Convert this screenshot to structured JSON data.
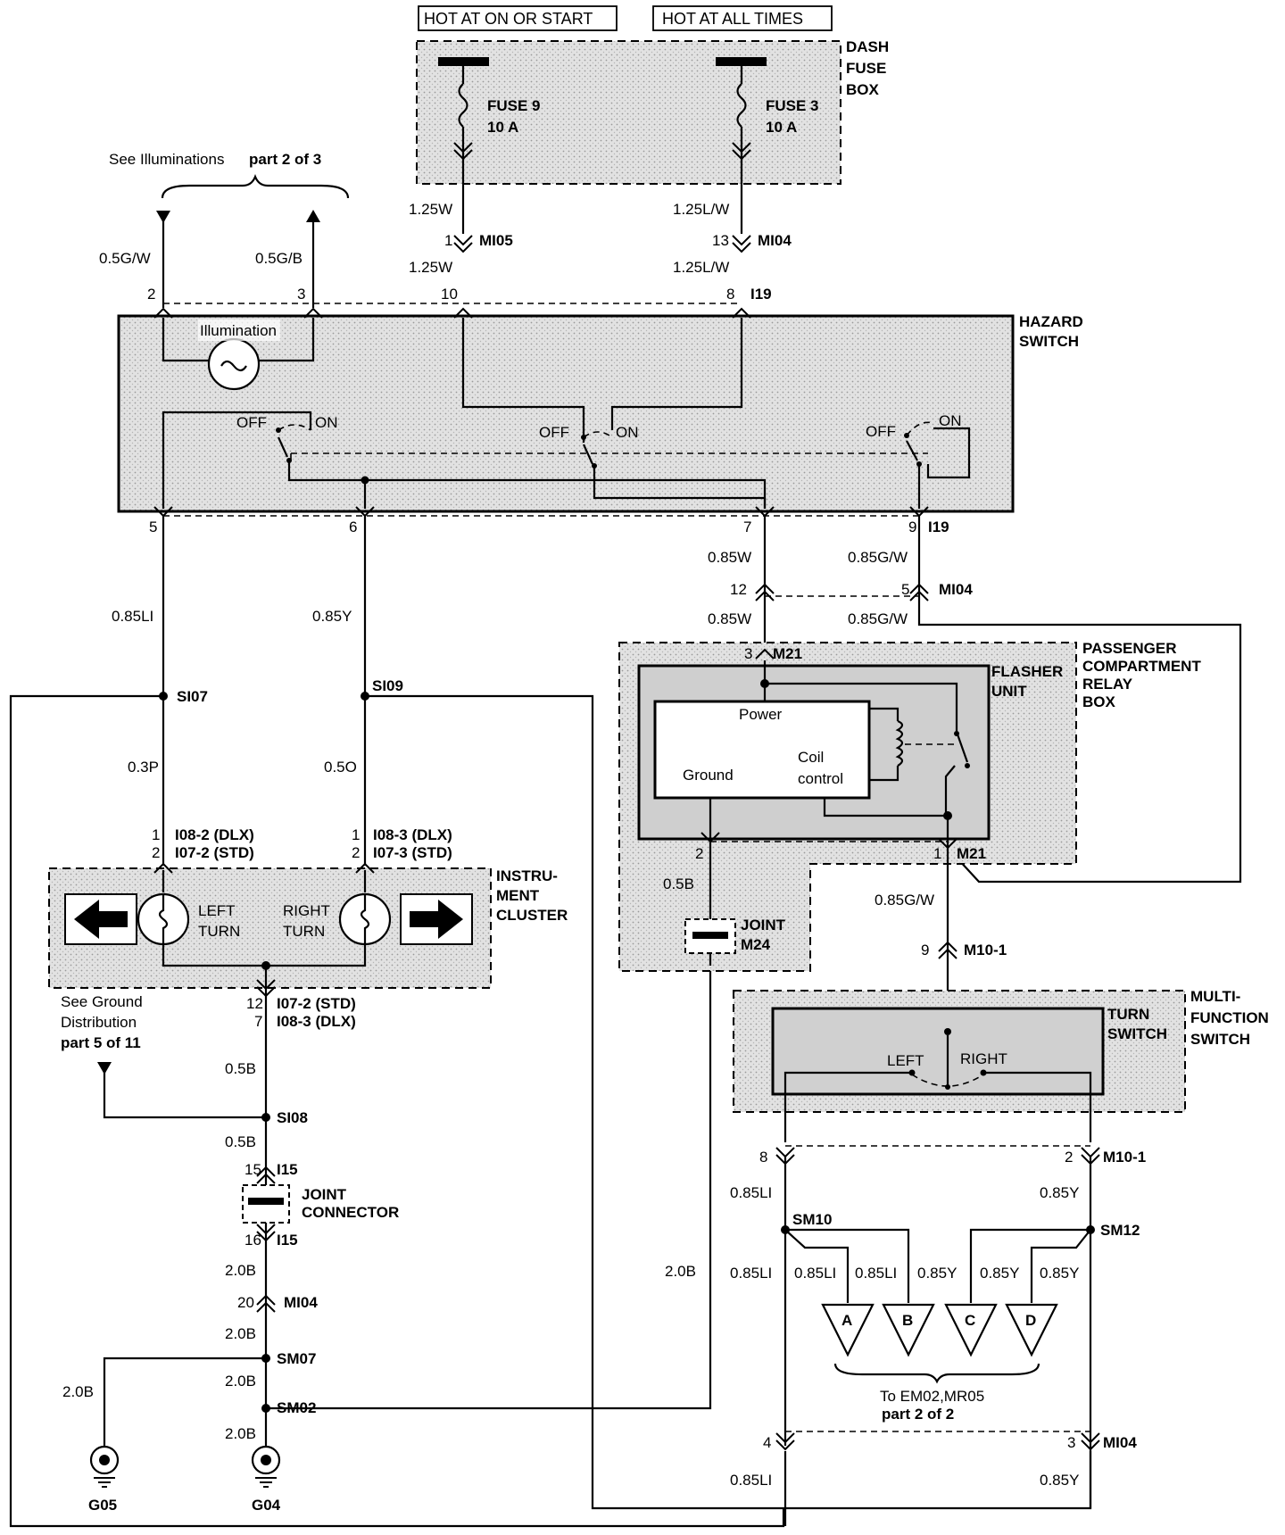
{
  "header": {
    "hot_on_start": "HOT AT ON OR START",
    "hot_all_times": "HOT AT ALL TIMES"
  },
  "dash_fuse_box": {
    "l1": "DASH",
    "l2": "FUSE",
    "l3": "BOX"
  },
  "fuse9": {
    "name": "FUSE 9",
    "rating": "10 A"
  },
  "fuse3": {
    "name": "FUSE 3",
    "rating": "10 A"
  },
  "illum_ref": {
    "text": "See Illuminations",
    "part": "part 2 of 3"
  },
  "wires": {
    "g_w": "0.5G/W",
    "g_b": "0.5G/B",
    "w125": "1.25W",
    "lw125": "1.25L/W",
    "li085": "0.85LI",
    "y085": "0.85Y",
    "w085": "0.85W",
    "gw085": "0.85G/W",
    "p03": "0.3P",
    "o05": "0.5O",
    "b05": "0.5B",
    "b20": "2.0B"
  },
  "pins": {
    "p1": "1",
    "p2": "2",
    "p3": "3",
    "p4": "4",
    "p5": "5",
    "p6": "6",
    "p7": "7",
    "p8": "8",
    "p9": "9",
    "p10": "10",
    "p12": "12",
    "p13": "13",
    "p15": "15",
    "p16": "16",
    "p20": "20"
  },
  "connectors": {
    "mi05": "MI05",
    "mi04": "MI04",
    "i19": "I19",
    "m21": "M21",
    "m10_1": "M10-1",
    "i08_2": "I08-2 (DLX)",
    "i07_2": "I07-2 (STD)",
    "i08_3": "I08-3 (DLX)",
    "i07_3": "I07-3 (STD)",
    "i15": "I15"
  },
  "splices": {
    "si07": "SI07",
    "si09": "SI09",
    "si08": "SI08",
    "sm07": "SM07",
    "sm02": "SM02",
    "sm10": "SM10",
    "sm12": "SM12"
  },
  "hazard": {
    "l1": "HAZARD",
    "l2": "SWITCH",
    "illumination": "Illumination",
    "off": "OFF",
    "on": "ON"
  },
  "relay_box": {
    "l1": "PASSENGER",
    "l2": "COMPARTMENT",
    "l3": "RELAY",
    "l4": "BOX"
  },
  "flasher": {
    "l1": "FLASHER",
    "l2": "UNIT",
    "power": "Power",
    "ground": "Ground",
    "coil": "Coil",
    "control": "control"
  },
  "joint_m24": {
    "l1": "JOINT",
    "l2": "M24"
  },
  "cluster": {
    "l1": "INSTRU-",
    "l2": "MENT",
    "l3": "CLUSTER",
    "left": "LEFT",
    "right": "RIGHT",
    "turn": "TURN"
  },
  "ground_ref": {
    "l1": "See Ground",
    "l2": "Distribution",
    "part": "part 5 of 11"
  },
  "joint_connector": {
    "l1": "JOINT",
    "l2": "CONNECTOR"
  },
  "mfs": {
    "l1": "MULTI-",
    "l2": "FUNCTION",
    "l3": "SWITCH",
    "turn": "TURN",
    "switch": "SWITCH",
    "left": "LEFT",
    "right": "RIGHT"
  },
  "outputs": {
    "a": "A",
    "b": "B",
    "c": "C",
    "d": "D",
    "to": "To EM02,MR05",
    "part": "part 2 of 2"
  },
  "grounds": {
    "g05": "G05",
    "g04": "G04"
  }
}
